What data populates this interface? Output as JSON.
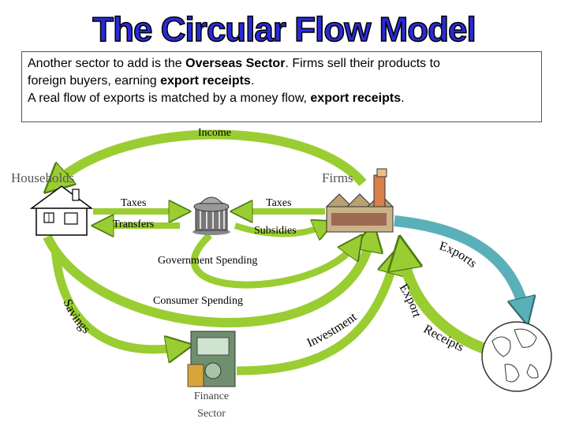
{
  "title": "The Circular Flow Model",
  "description": {
    "line1_prefix": "Another sector to add is the ",
    "line1_bold": "Overseas Sector",
    "line1_suffix": ".  Firms sell their products to",
    "line2_prefix": "foreign buyers,  earning ",
    "line2_bold": "export receipts",
    "line2_suffix": ".",
    "line3_prefix": "A real flow of exports  is matched by a money flow, ",
    "line3_bold": "export receipts",
    "line3_suffix": "."
  },
  "labels": {
    "income": "Income",
    "households": "Households",
    "firms": "Firms",
    "taxes_left": "Taxes",
    "taxes_right": "Taxes",
    "transfers": "Transfers",
    "subsidies": "Subsidies",
    "government_spending": "Government Spending",
    "consumer_spending": "Consumer Spending",
    "exports": "Exports",
    "export": "Export",
    "receipts": "Receipts",
    "savings": "Savings",
    "investment": "Investment",
    "finance_line1": "Finance",
    "finance_line2": "Sector"
  },
  "colors": {
    "money_flow": "#9acd32",
    "real_flow": "#5ab0b8",
    "title_fill": "#2a2ad8"
  }
}
